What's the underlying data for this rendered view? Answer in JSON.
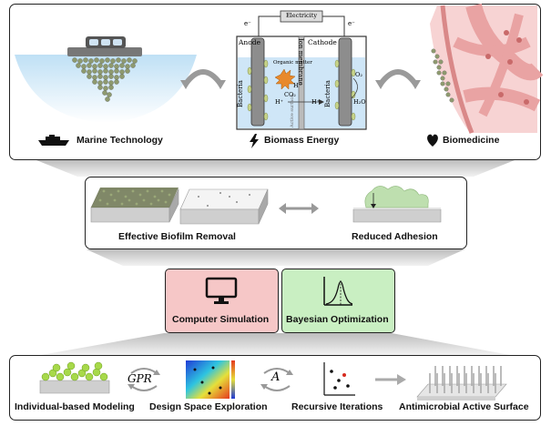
{
  "top": {
    "marine_label": "Marine Technology",
    "biomass_label": "Biomass Energy",
    "biomed_label": "Biomedicine",
    "cell": {
      "electricity": "Electricity",
      "electron_left": "e⁻",
      "electron_right": "e⁻",
      "anode": "Anode",
      "cathode": "Cathode",
      "bacteria_left": "Bacteria",
      "bacteria_right": "Bacteria",
      "ion_membrane": "Ion membrane",
      "active_surface": "Active surface",
      "organic_matter": "Organic matter",
      "co2": "CO₂",
      "h_plus_1": "H⁺",
      "h_plus_2": "H⁺",
      "h_plus_3": "H⁺",
      "o2": "O₂",
      "h2o": "H₂O"
    }
  },
  "middle": {
    "removal_label": "Effective Biofilm Removal",
    "adhesion_label": "Reduced Adhesion"
  },
  "methods": {
    "simulation_label": "Computer Simulation",
    "optimization_label": "Bayesian Optimization"
  },
  "bottom": {
    "modeling_label": "Individual-based Modeling",
    "exploration_label": "Design Space Exploration",
    "iterations_label": "Recursive Iterations",
    "surface_label": "Antimicrobial Active Surface",
    "gpr": "GPR",
    "acq": "A"
  },
  "colors": {
    "simulation_bg": "#f6c7c7",
    "optimization_bg": "#c9efc2",
    "water": "#cfe6f7",
    "tissue": "#e9a3a3"
  }
}
